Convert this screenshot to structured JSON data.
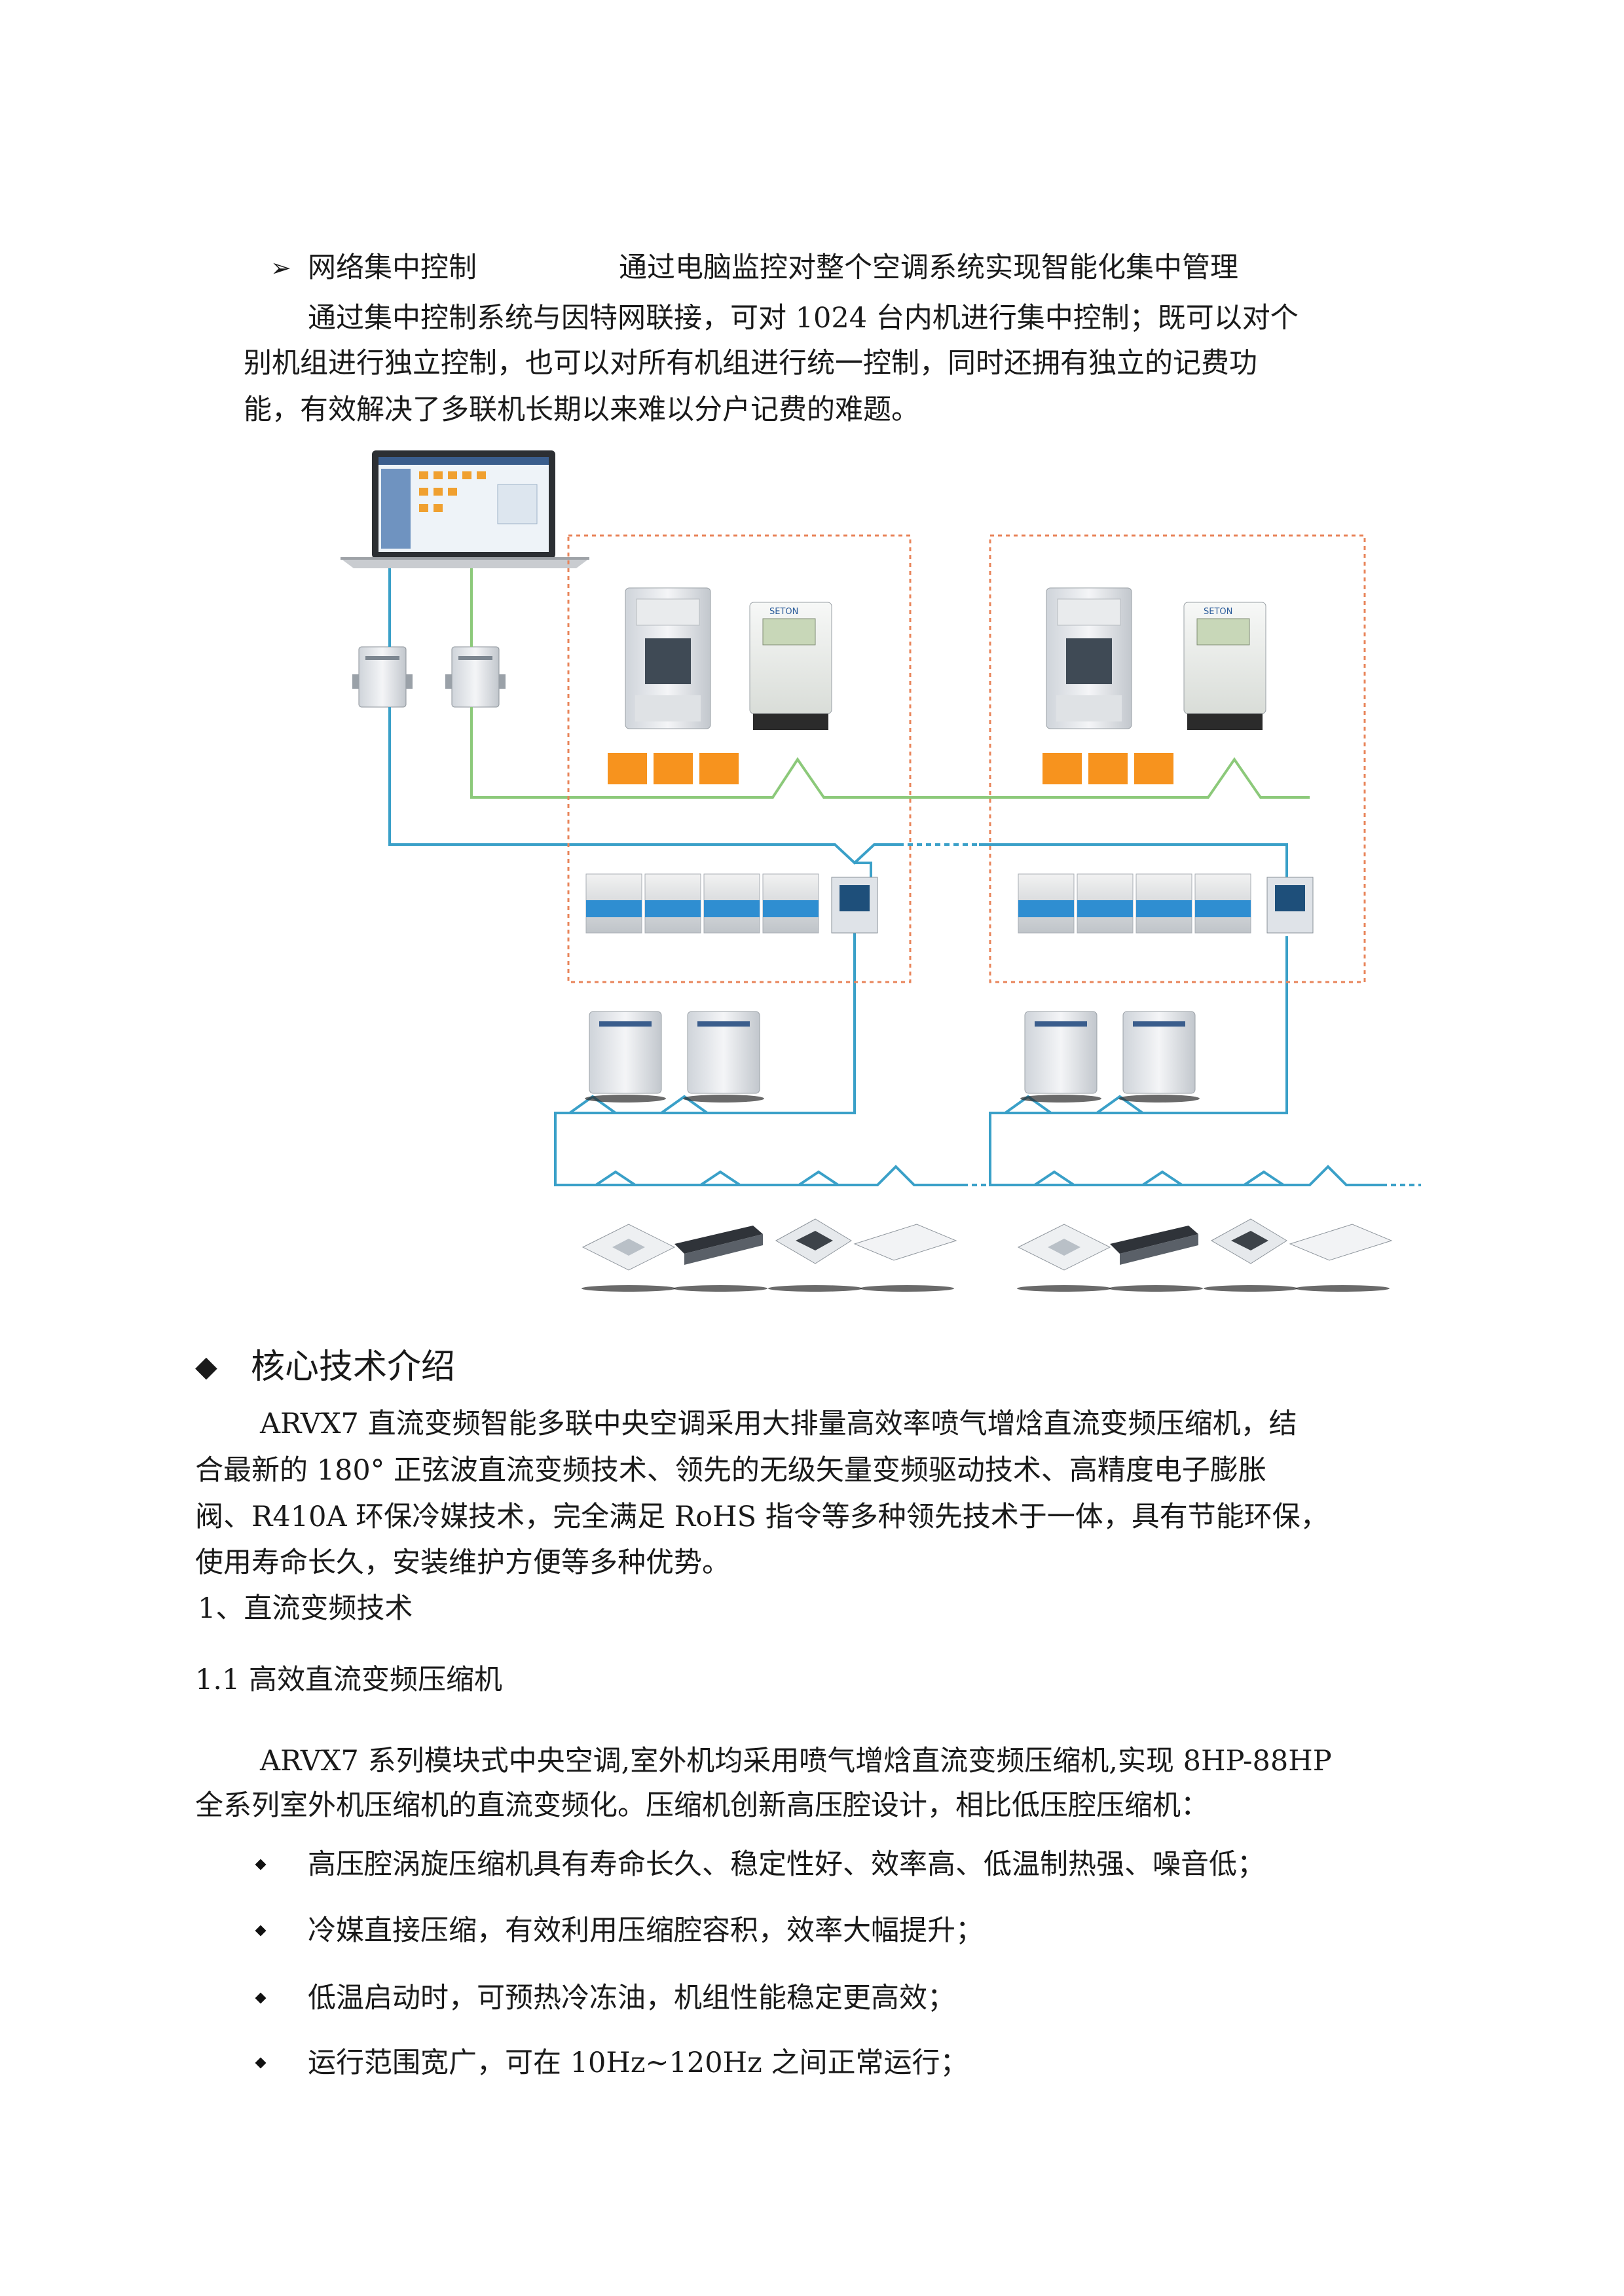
{
  "network_item": {
    "label": "网络集中控制",
    "desc": "通过电脑监控对整个空调系统实现智能化集中管理",
    "para_lines": [
      "通过集中控制系统与因特网联接，可对 1024 台内机进行集中控制；既可以对个",
      "别机组进行独立控制，也可以对所有机组进行统一控制，同时还拥有独立的记费功",
      "能，有效解决了多联机长期以来难以分户记费的难题。"
    ]
  },
  "diagram": {
    "meter_brand": "SETON",
    "colors": {
      "blue_line": "#3aa0c8",
      "green_line": "#8cc97a",
      "dash_box": "#e8845a",
      "orange_block": "#f7931e"
    }
  },
  "core": {
    "heading": "核心技术介绍",
    "para_lines": [
      "ARVX7 直流变频智能多联中央空调采用大排量高效率喷气增焓直流变频压缩机，结",
      "合最新的 180° 正弦波直流变频技术、领先的无级矢量变频驱动技术、高精度电子膨胀",
      "阀、R410A 环保冷媒技术，完全满足 RoHS 指令等多种领先技术于一体，具有节能环保，",
      "使用寿命长久，安装维护方便等多种优势。"
    ],
    "section1": "1、直流变频技术",
    "section11": "1.1 高效直流变频压缩机",
    "para2_lines": [
      "ARVX7 系列模块式中央空调,室外机均采用喷气增焓直流变频压缩机,实现 8HP-88HP",
      "全系列室外机压缩机的直流变频化。压缩机创新高压腔设计，相比低压腔压缩机："
    ],
    "bullets": [
      "高压腔涡旋压缩机具有寿命长久、稳定性好、效率高、低温制热强、噪音低；",
      "冷媒直接压缩，有效利用压缩腔容积，效率大幅提升；",
      "低温启动时，可预热冷冻油，机组性能稳定更高效；",
      "运行范围宽广，可在 10Hz~120Hz 之间正常运行；"
    ]
  }
}
